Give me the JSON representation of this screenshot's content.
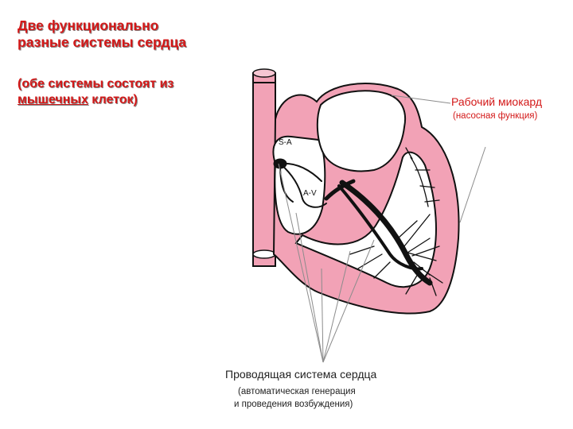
{
  "title": "Две функционально разные системы сердца",
  "subtitle": {
    "prefix": "(обе системы состоят из ",
    "underlined": "мышечных",
    "suffix": " клеток)"
  },
  "myocardium": {
    "label": "Рабочий миокард",
    "sublabel": "(насосная функция)"
  },
  "conduction": {
    "label": "Проводящая система сердца",
    "sub1": "(автоматическая генерация",
    "sub2": "и проведения возбуждения)"
  },
  "node_sa": "S-A",
  "node_av": "A-V",
  "colors": {
    "title": "#d31818",
    "tissue": "#f2a2b6",
    "outline": "#111111",
    "pointer": "#8c8c8c"
  }
}
